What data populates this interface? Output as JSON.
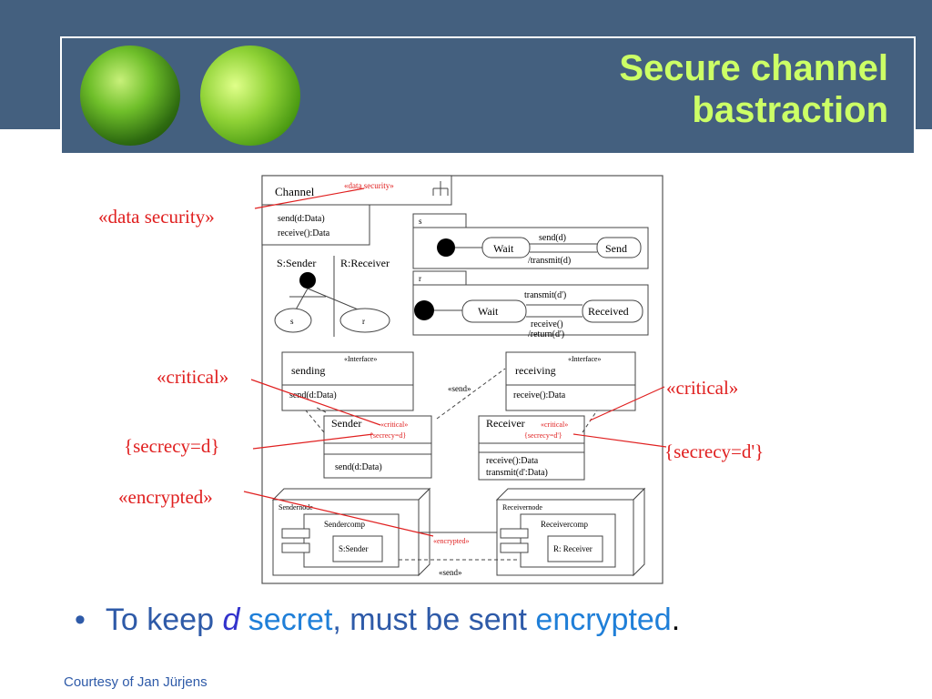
{
  "slide": {
    "title_line1": "Secure channel",
    "title_line2": "bastraction",
    "bullet": {
      "t1": "To keep ",
      "t2": "d",
      "t3": " secret",
      "t4": ", must be sent ",
      "t5": "encrypted",
      "t6": "."
    },
    "courtesy": "Courtesy of Jan Jürjens"
  },
  "diagram": {
    "channel_label": "Channel",
    "channel_stereo": "«data security»",
    "op_send": "send(d:Data)",
    "op_receive": "receive():Data",
    "sender_receiver": "S:Sender",
    "r_receiver": "R:Receiver",
    "s_label": "s",
    "r_label": "r",
    "wait1": "Wait",
    "send_state": "Send",
    "t_send": "send(d)",
    "t_transmit": "/transmit(d)",
    "wait2": "Wait",
    "received_state": "Received",
    "t_transmit2": "transmit(d')",
    "t_receive": "receive()",
    "t_return": "/return(d')",
    "if_stereo": "«Interface»",
    "sending": "sending",
    "receiving": "receiving",
    "if_send_op": "send(d:Data)",
    "if_recv_op": "receive():Data",
    "send_dep": "«send»",
    "sender_cls": "Sender",
    "receiver_cls": "Receiver",
    "critical_small": "«critical»",
    "secrecy_d_small": "{secrecy=d}",
    "secrecy_d2_small": "{secrecy=d'}",
    "sender_op": "send(d:Data)",
    "receiver_op1": "receive():Data",
    "receiver_op2": "transmit(d':Data)",
    "sendernode": "Sendernode",
    "receivernode": "Receivernode",
    "sendercomp": "Sendercomp",
    "receivercomp": "Receivercomp",
    "s_sender": "S:Sender",
    "r_receiver_obj": "R: Receiver",
    "encrypted_small": "«encrypted»",
    "send_bottom": "«send»",
    "anno_data_security": "«data security»",
    "anno_critical_left": "«critical»",
    "anno_secrecy_d": "{secrecy=d}",
    "anno_encrypted": "«encrypted»",
    "anno_critical_right": "«critical»",
    "anno_secrecy_d2": "{secrecy=d'}"
  }
}
